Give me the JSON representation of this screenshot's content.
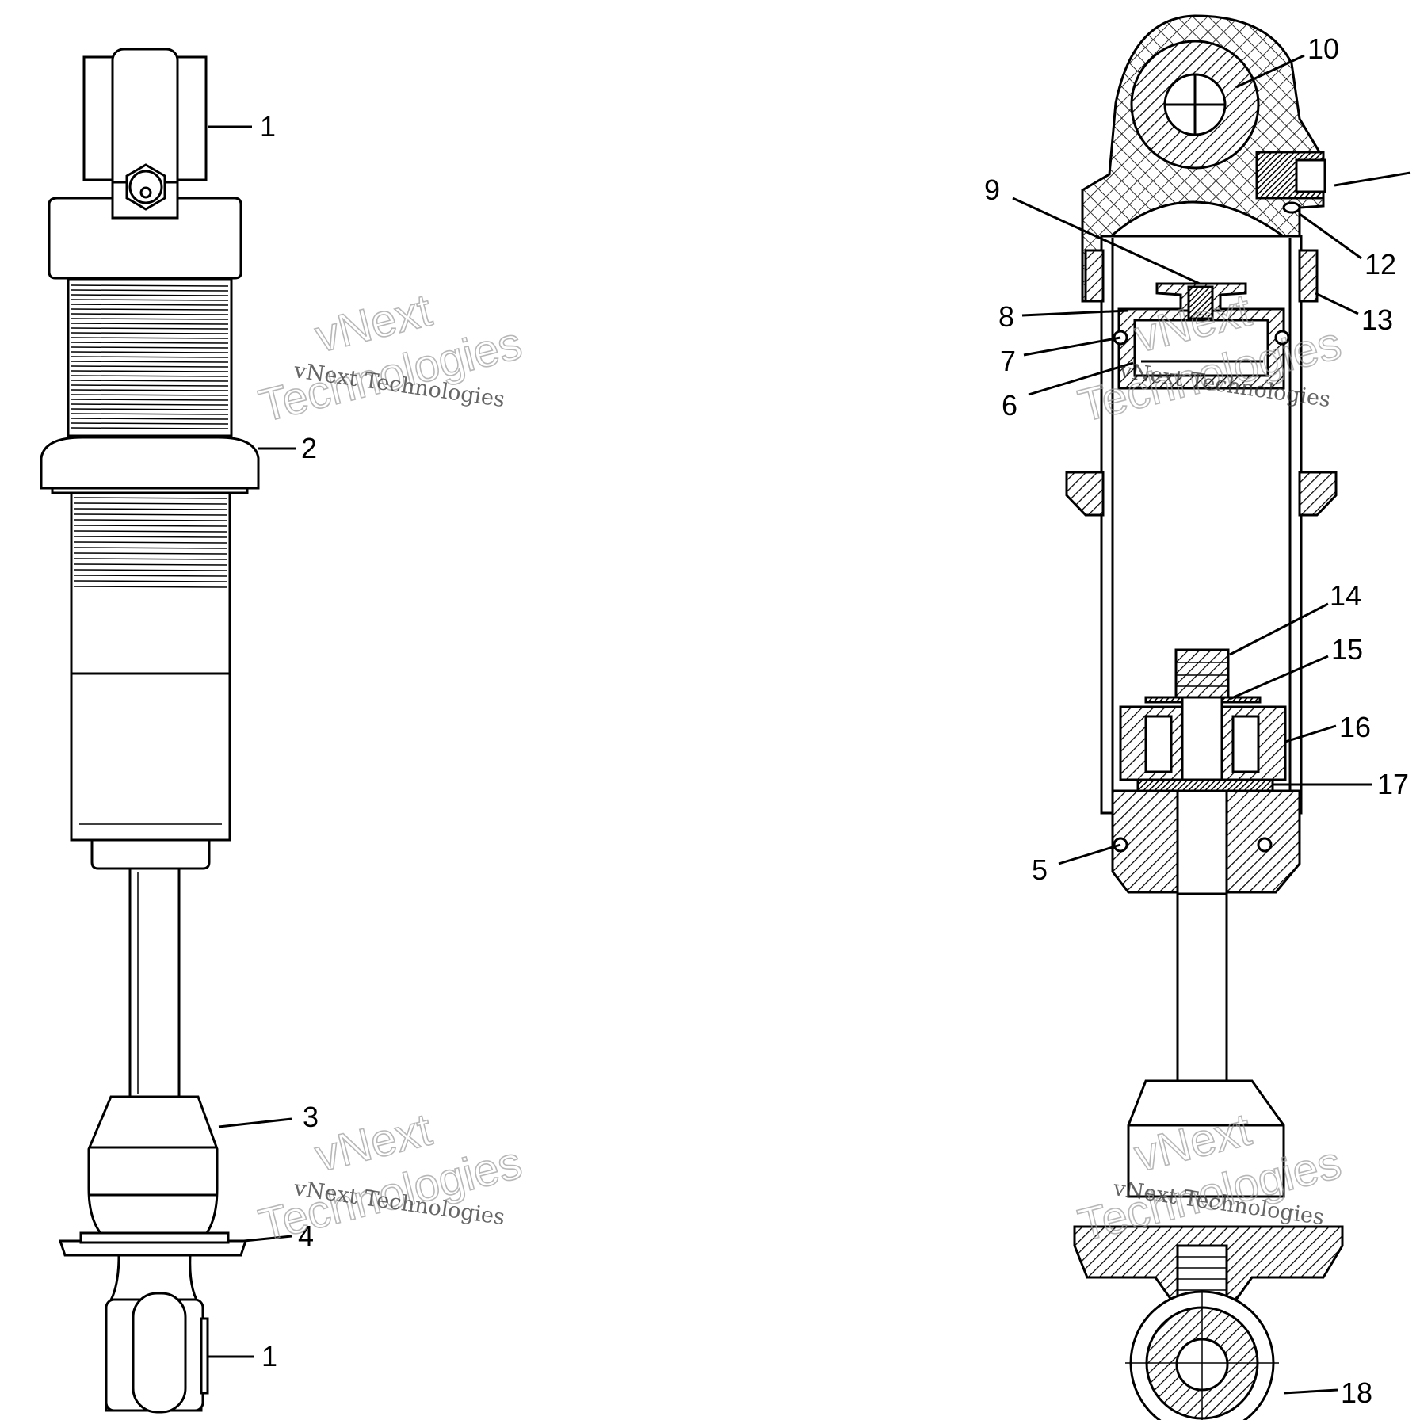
{
  "callouts": {
    "left": [
      {
        "id": "c1a",
        "label": "1"
      },
      {
        "id": "c2",
        "label": "2"
      },
      {
        "id": "c3",
        "label": "3"
      },
      {
        "id": "c4",
        "label": "4"
      },
      {
        "id": "c1b",
        "label": "1"
      }
    ],
    "right": [
      {
        "id": "c10",
        "label": "10"
      },
      {
        "id": "c9",
        "label": "9"
      },
      {
        "id": "c12",
        "label": "12"
      },
      {
        "id": "c8",
        "label": "8"
      },
      {
        "id": "c13",
        "label": "13"
      },
      {
        "id": "c7",
        "label": "7"
      },
      {
        "id": "c6",
        "label": "6"
      },
      {
        "id": "c14",
        "label": "14"
      },
      {
        "id": "c15",
        "label": "15"
      },
      {
        "id": "c16",
        "label": "16"
      },
      {
        "id": "c17",
        "label": "17"
      },
      {
        "id": "c5",
        "label": "5"
      },
      {
        "id": "c18",
        "label": "18"
      }
    ]
  },
  "watermark": {
    "line1": "vNext Technologies",
    "big_top": "vNext",
    "big_bottom": "Technologies"
  }
}
